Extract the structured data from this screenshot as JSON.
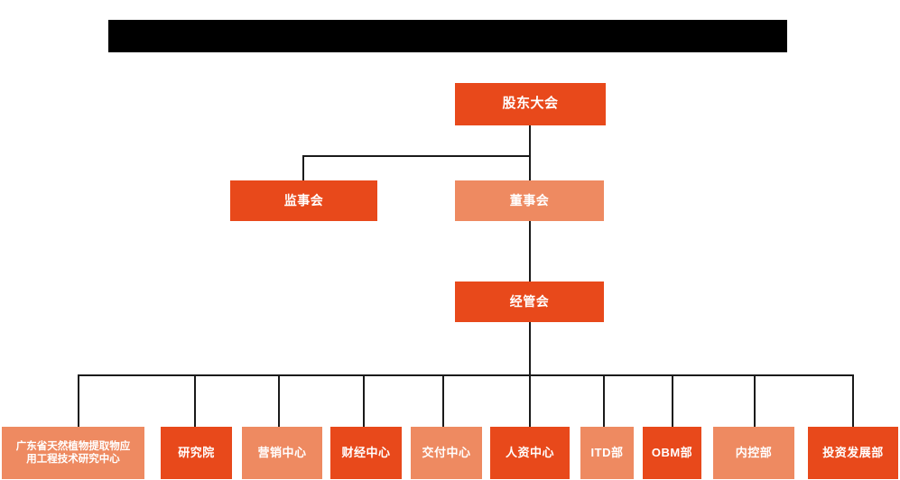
{
  "chart": {
    "title_bar": {
      "name": "redacted-title-bar",
      "text": ""
    },
    "levels": {
      "level1": [
        {
          "id": "shareholders-meeting",
          "label": "股东大会",
          "style": "primary"
        }
      ],
      "level2": [
        {
          "id": "board-of-supervisors",
          "label": "监事会",
          "style": "primary"
        },
        {
          "id": "board-of-directors",
          "label": "董事会",
          "style": "secondary"
        }
      ],
      "level3": [
        {
          "id": "management-committee",
          "label": "经管会",
          "style": "primary"
        }
      ],
      "level4": [
        {
          "id": "guangdong-research-center",
          "label": "广东省天然植物提取物应\n用工程技术研究中心",
          "style": "secondary"
        },
        {
          "id": "research-institute",
          "label": "研究院",
          "style": "primary"
        },
        {
          "id": "marketing-center",
          "label": "营销中心",
          "style": "secondary"
        },
        {
          "id": "finance-center",
          "label": "财经中心",
          "style": "primary"
        },
        {
          "id": "delivery-center",
          "label": "交付中心",
          "style": "secondary"
        },
        {
          "id": "hr-center",
          "label": "人资中心",
          "style": "primary"
        },
        {
          "id": "itd-department",
          "label": "ITD部",
          "style": "secondary"
        },
        {
          "id": "obm-department",
          "label": "OBM部",
          "style": "primary"
        },
        {
          "id": "internal-control-department",
          "label": "内控部",
          "style": "secondary"
        },
        {
          "id": "investment-development-department",
          "label": "投资发展部",
          "style": "primary"
        }
      ]
    },
    "colors": {
      "primary": "#E8491B",
      "secondary": "#EE8A61",
      "connector": "#1a1a1a",
      "redaction": "#000000",
      "background": "#ffffff",
      "text": "#ffffff"
    }
  }
}
